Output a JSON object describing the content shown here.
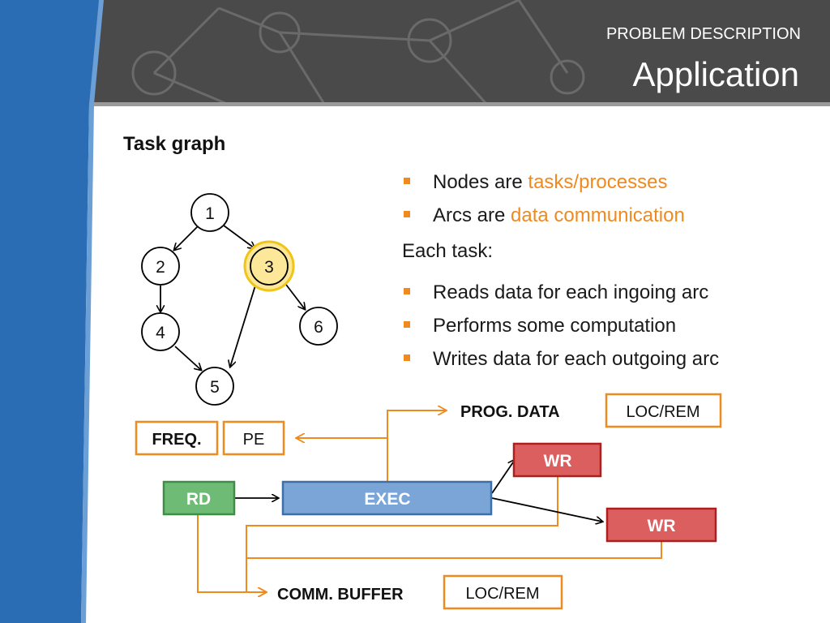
{
  "slide": {
    "section": "PROBLEM DESCRIPTION",
    "title": "Application"
  },
  "task_graph": {
    "title": "Task graph",
    "nodes": [
      "1",
      "2",
      "3",
      "4",
      "5",
      "6"
    ],
    "highlighted_node": "3",
    "edges": [
      [
        "1",
        "2"
      ],
      [
        "1",
        "3"
      ],
      [
        "2",
        "4"
      ],
      [
        "4",
        "5"
      ],
      [
        "3",
        "5"
      ],
      [
        "3",
        "6"
      ]
    ]
  },
  "bullets_top": [
    {
      "text": "Nodes are ",
      "highlight": "tasks/processes"
    },
    {
      "text": "Arcs are ",
      "highlight": "data communication"
    }
  ],
  "each_task": "Each task:",
  "bullets_task": [
    "Reads data for each ingoing arc",
    "Performs some computation",
    "Writes data for each outgoing arc"
  ],
  "flow": {
    "prog_data": "PROG. DATA",
    "prog_data_loc": "LOC/REM",
    "freq": "FREQ.",
    "pe": "PE",
    "rd": "RD",
    "exec": "EXEC",
    "wr1": "WR",
    "wr2": "WR",
    "comm_buffer": "COMM. BUFFER",
    "comm_buffer_loc": "LOC/REM"
  },
  "colors": {
    "accent": "#ee8a1e",
    "header_bg": "#4a4a4a",
    "sidebar_blue": "#2a6db5",
    "rd_green": "#6dbb74",
    "exec_blue": "#7aa5d6",
    "wr_red": "#db5f5f",
    "highlight_node": "#fde89a"
  }
}
